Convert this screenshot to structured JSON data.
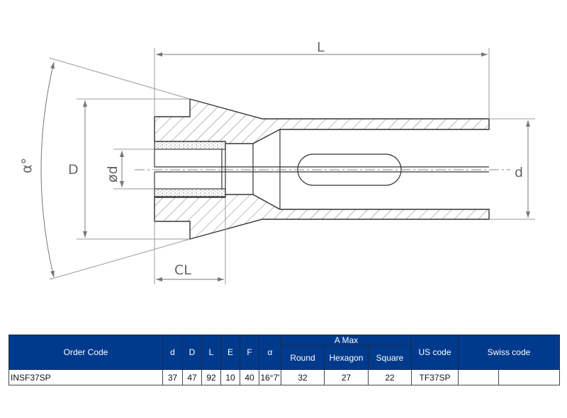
{
  "drawing": {
    "labels": {
      "L": "L",
      "D": "D",
      "d_inner": "ød",
      "d": "d",
      "CL": "CL",
      "alpha": "α°"
    }
  },
  "table": {
    "headers": {
      "order_code": "Order Code",
      "d": "d",
      "D": "D",
      "L": "L",
      "E": "E",
      "F": "F",
      "alpha": "α",
      "a_max": "A Max",
      "round": "Round",
      "hexagon": "Hexagon",
      "square": "Square",
      "us_code": "US code",
      "swiss_code": "Swiss code"
    },
    "rows": [
      {
        "order_code": "INSF37SP",
        "d": "37",
        "D": "47",
        "L": "92",
        "E": "10",
        "F": "40",
        "alpha": "16°7'",
        "round": "32",
        "hexagon": "27",
        "square": "22",
        "us_code": "TF37SP",
        "swiss_code_1": "",
        "swiss_code_2": ""
      }
    ]
  },
  "colors": {
    "header_bg": "#003a8c",
    "line": "#666666"
  }
}
